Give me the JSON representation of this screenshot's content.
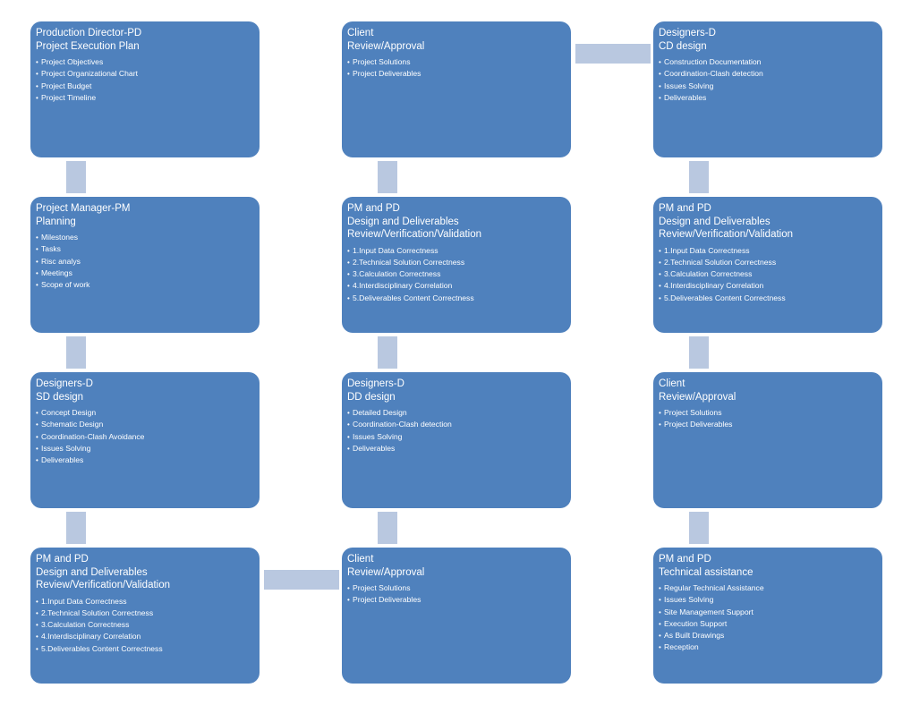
{
  "boxes": [
    {
      "title": [
        "Production Director-PD",
        "Project Execution Plan"
      ],
      "items": [
        "Project Objectives",
        "Project Organizational Chart",
        "Project Budget",
        "Project Timeline"
      ]
    },
    {
      "title": [
        "Client",
        "Review/Approval"
      ],
      "items": [
        "Project Solutions",
        "Project Deliverables"
      ]
    },
    {
      "title": [
        "Designers-D",
        "CD design"
      ],
      "items": [
        "Construction Documentation",
        "Coordination-Clash detection",
        "Issues Solving",
        "Deliverables"
      ]
    },
    {
      "title": [
        "Project Manager-PM",
        "Planning"
      ],
      "items": [
        "Milestones",
        "Tasks",
        "Risc analys",
        "Meetings",
        "Scope of work"
      ]
    },
    {
      "title": [
        "PM and PD",
        "Design and Deliverables",
        "Review/Verification/Validation"
      ],
      "items": [
        "1.Input Data Correctness",
        "2.Technical Solution Correctness",
        "3.Calculation Correctness",
        "4.Interdisciplinary Correlation",
        "5.Deliverables Content Correctness"
      ]
    },
    {
      "title": [
        "PM and PD",
        "Design and Deliverables",
        "Review/Verification/Validation"
      ],
      "items": [
        "1.Input Data Correctness",
        "2.Technical Solution Correctness",
        "3.Calculation Correctness",
        "4.Interdisciplinary Correlation",
        "5.Deliverables Content Correctness"
      ]
    },
    {
      "title": [
        "Designers-D",
        "SD design"
      ],
      "items": [
        "Concept Design",
        "Schematic Design",
        "Coordination-Clash Avoidance",
        "Issues Solving",
        "Deliverables"
      ]
    },
    {
      "title": [
        "Designers-D",
        "DD design"
      ],
      "items": [
        "Detailed Design",
        "Coordination-Clash detection",
        "Issues Solving",
        "Deliverables"
      ]
    },
    {
      "title": [
        "Client",
        "Review/Approval"
      ],
      "items": [
        "Project Solutions",
        "Project Deliverables"
      ]
    },
    {
      "title": [
        "PM and PD",
        "Design and Deliverables",
        "Review/Verification/Validation"
      ],
      "items": [
        "1.Input Data Correctness",
        "2.Technical Solution Correctness",
        "3.Calculation Correctness",
        "4.Interdisciplinary Correlation",
        "5.Deliverables Content Correctness"
      ]
    },
    {
      "title": [
        "Client",
        "Review/Approval"
      ],
      "items": [
        "Project Solutions",
        "Project Deliverables"
      ]
    },
    {
      "title": [
        "PM and PD",
        "Technical assistance"
      ],
      "items": [
        "Regular Technical Assistance",
        "Issues Solving",
        "Site Management Support",
        "Execution Support",
        "As Built Drawings",
        "Reception"
      ]
    }
  ],
  "colors": {
    "box_fill": "#4f81bd",
    "connector_fill": "#b9c8e0",
    "text": "#ffffff"
  }
}
